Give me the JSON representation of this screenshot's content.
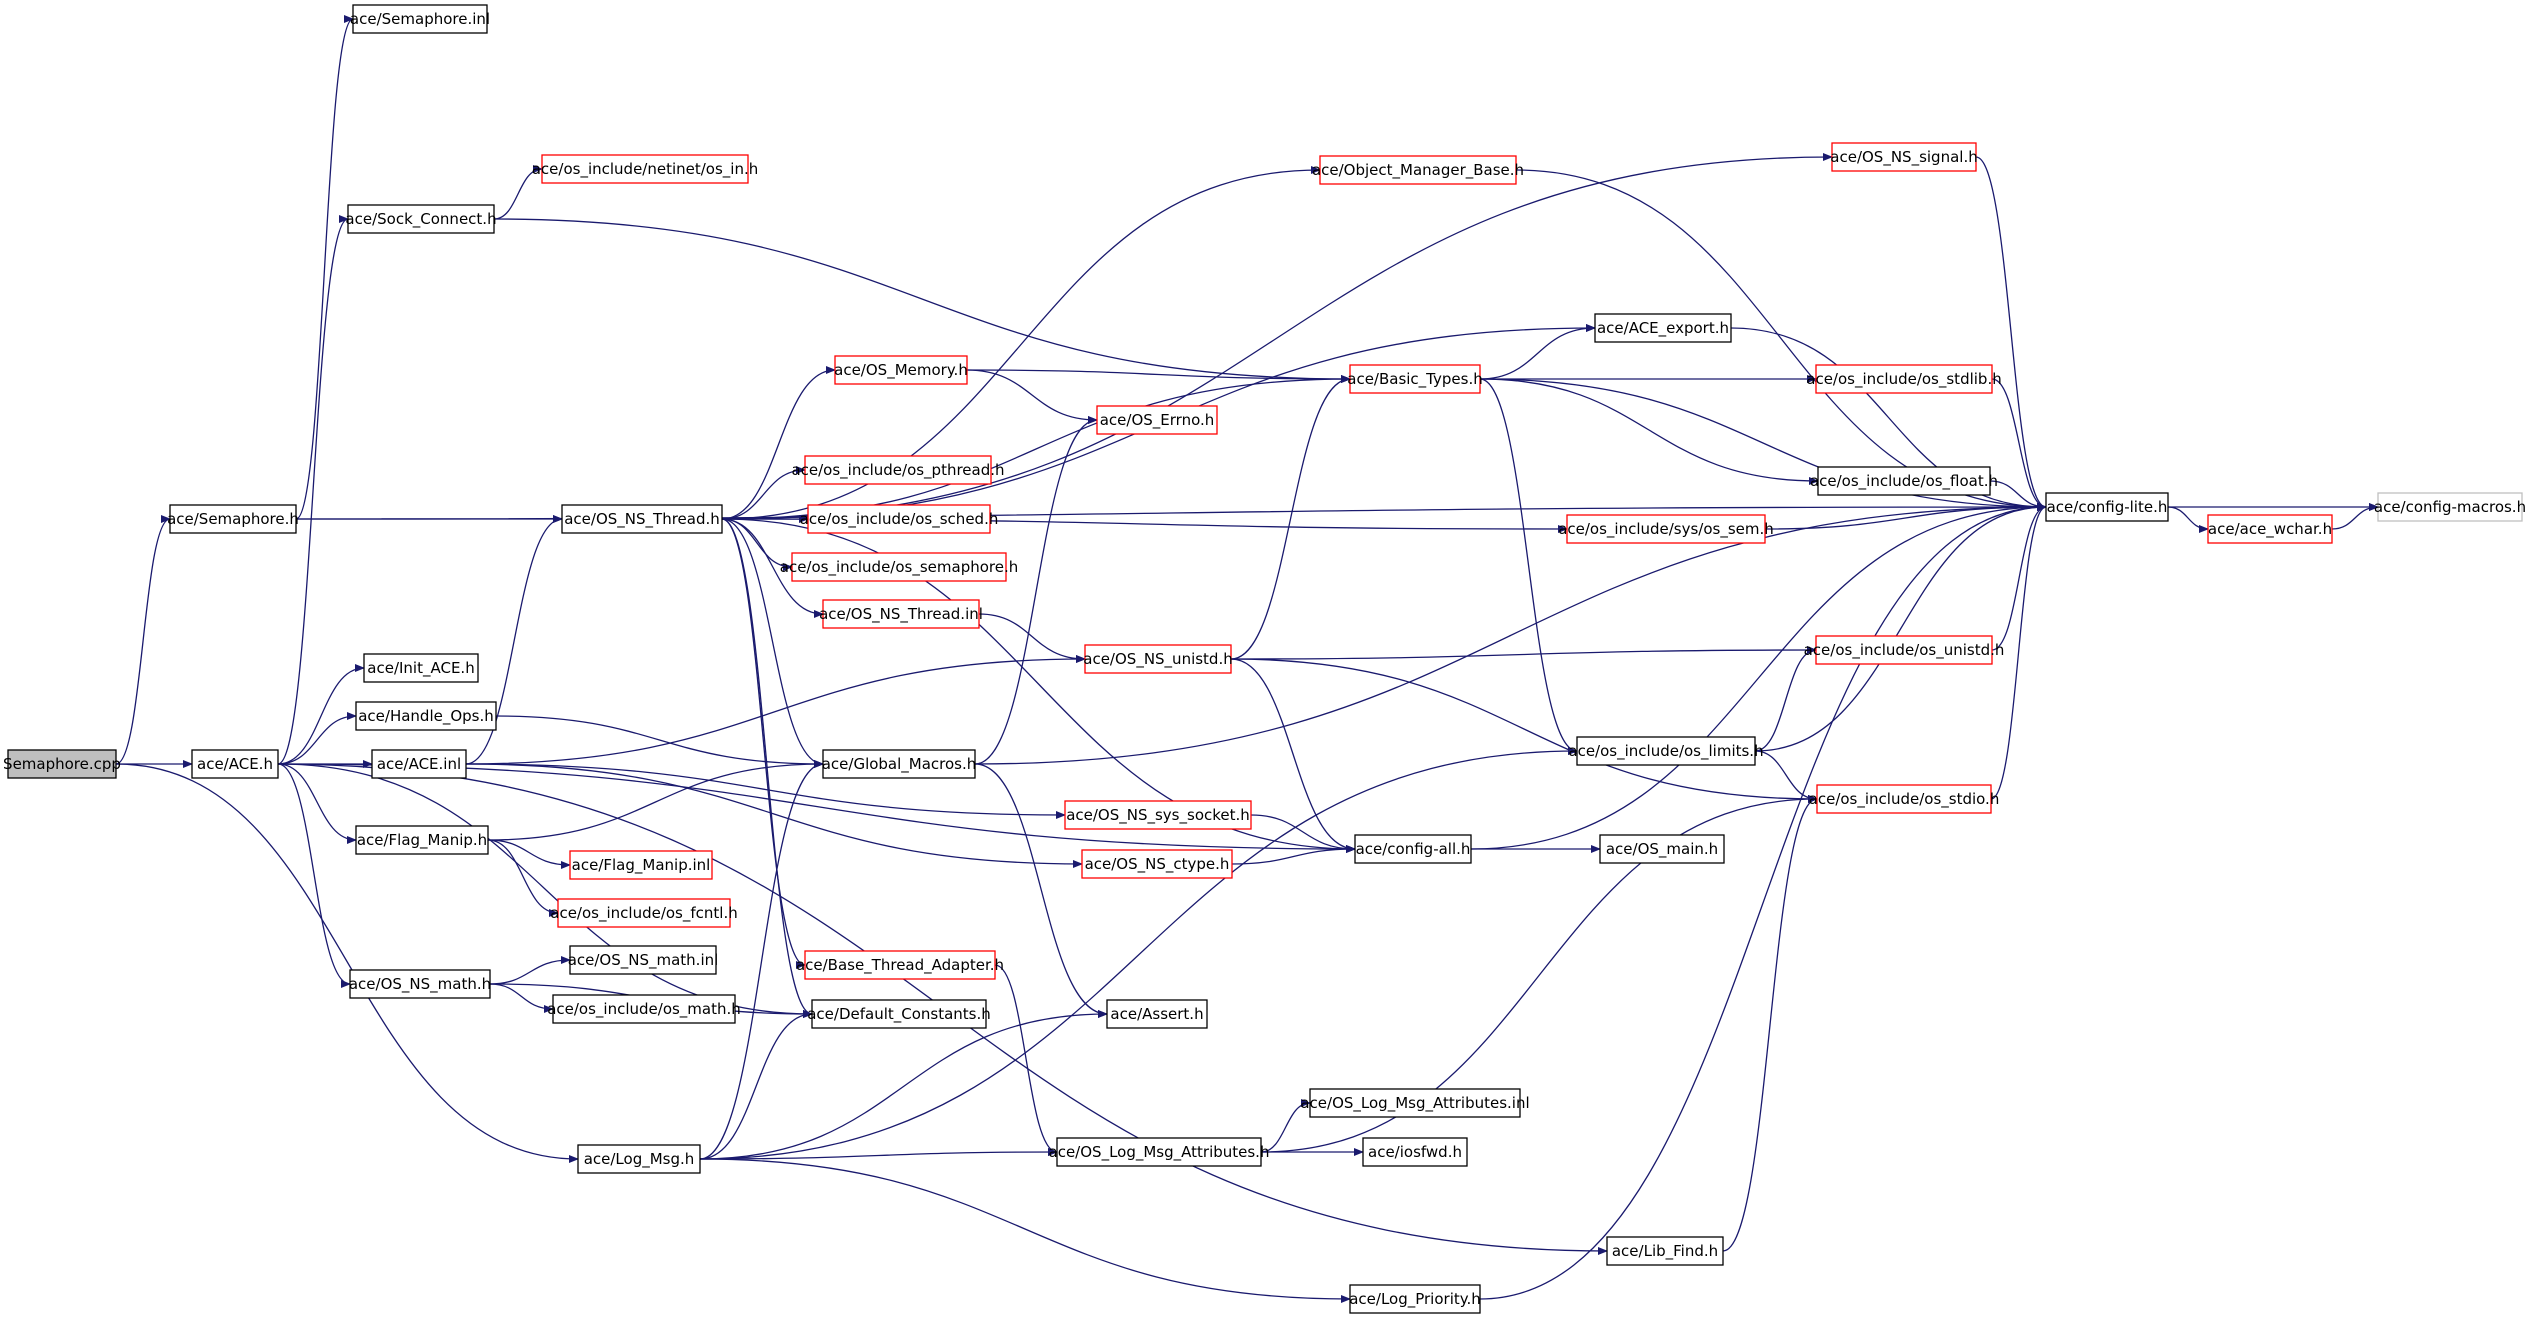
{
  "colors": {
    "edge": "#1a1a6e",
    "border_normal": "#000000",
    "border_truncated": "#ff0000",
    "border_leaf": "#bfbfbf",
    "root_fill": "#bfbfbf",
    "fill": "#ffffff"
  },
  "nodes": [
    {
      "id": "semaphore_cpp",
      "label": "Semaphore.cpp",
      "kind": "root"
    },
    {
      "id": "ace_h",
      "label": "ace/ACE.h",
      "kind": "normal"
    },
    {
      "id": "semaphore_h",
      "label": "ace/Semaphore.h",
      "kind": "normal"
    },
    {
      "id": "semaphore_inl",
      "label": "ace/Semaphore.inl",
      "kind": "normal"
    },
    {
      "id": "sock_connect",
      "label": "ace/Sock_Connect.h",
      "kind": "normal"
    },
    {
      "id": "os_in",
      "label": "ace/os_include/netinet/os_in.h",
      "kind": "truncated"
    },
    {
      "id": "init_ace",
      "label": "ace/Init_ACE.h",
      "kind": "normal"
    },
    {
      "id": "handle_ops",
      "label": "ace/Handle_Ops.h",
      "kind": "normal"
    },
    {
      "id": "ace_inl",
      "label": "ace/ACE.inl",
      "kind": "normal"
    },
    {
      "id": "flag_manip",
      "label": "ace/Flag_Manip.h",
      "kind": "normal"
    },
    {
      "id": "flag_manip_inl",
      "label": "ace/Flag_Manip.inl",
      "kind": "truncated"
    },
    {
      "id": "os_fcntl",
      "label": "ace/os_include/os_fcntl.h",
      "kind": "truncated"
    },
    {
      "id": "os_ns_math",
      "label": "ace/OS_NS_math.h",
      "kind": "normal"
    },
    {
      "id": "os_ns_math_inl",
      "label": "ace/OS_NS_math.inl",
      "kind": "normal"
    },
    {
      "id": "os_math",
      "label": "ace/os_include/os_math.h",
      "kind": "normal"
    },
    {
      "id": "log_msg",
      "label": "ace/Log_Msg.h",
      "kind": "normal"
    },
    {
      "id": "os_ns_thread",
      "label": "ace/OS_NS_Thread.h",
      "kind": "normal"
    },
    {
      "id": "os_memory",
      "label": "ace/OS_Memory.h",
      "kind": "truncated"
    },
    {
      "id": "os_pthread",
      "label": "ace/os_include/os_pthread.h",
      "kind": "truncated"
    },
    {
      "id": "os_sched",
      "label": "ace/os_include/os_sched.h",
      "kind": "truncated"
    },
    {
      "id": "os_semaphore",
      "label": "ace/os_include/os_semaphore.h",
      "kind": "truncated"
    },
    {
      "id": "os_ns_thread_inl",
      "label": "ace/OS_NS_Thread.inl",
      "kind": "truncated"
    },
    {
      "id": "global_macros",
      "label": "ace/Global_Macros.h",
      "kind": "normal"
    },
    {
      "id": "base_thread_adapter",
      "label": "ace/Base_Thread_Adapter.h",
      "kind": "truncated"
    },
    {
      "id": "default_constants",
      "label": "ace/Default_Constants.h",
      "kind": "normal"
    },
    {
      "id": "object_manager_base",
      "label": "ace/Object_Manager_Base.h",
      "kind": "truncated"
    },
    {
      "id": "os_errno",
      "label": "ace/OS_Errno.h",
      "kind": "truncated"
    },
    {
      "id": "os_ns_unistd",
      "label": "ace/OS_NS_unistd.h",
      "kind": "truncated"
    },
    {
      "id": "os_ns_sys_socket",
      "label": "ace/OS_NS_sys_socket.h",
      "kind": "truncated"
    },
    {
      "id": "os_ns_ctype",
      "label": "ace/OS_NS_ctype.h",
      "kind": "truncated"
    },
    {
      "id": "assert_h",
      "label": "ace/Assert.h",
      "kind": "normal"
    },
    {
      "id": "os_log_msg_attr",
      "label": "ace/OS_Log_Msg_Attributes.h",
      "kind": "normal"
    },
    {
      "id": "os_log_msg_attr_inl",
      "label": "ace/OS_Log_Msg_Attributes.inl",
      "kind": "normal"
    },
    {
      "id": "iosfwd",
      "label": "ace/iosfwd.h",
      "kind": "normal"
    },
    {
      "id": "basic_types",
      "label": "ace/Basic_Types.h",
      "kind": "truncated"
    },
    {
      "id": "ace_export",
      "label": "ace/ACE_export.h",
      "kind": "normal"
    },
    {
      "id": "os_sem",
      "label": "ace/os_include/sys/os_sem.h",
      "kind": "truncated"
    },
    {
      "id": "os_limits",
      "label": "ace/os_include/os_limits.h",
      "kind": "normal"
    },
    {
      "id": "config_all",
      "label": "ace/config-all.h",
      "kind": "normal"
    },
    {
      "id": "os_main",
      "label": "ace/OS_main.h",
      "kind": "normal"
    },
    {
      "id": "lib_find",
      "label": "ace/Lib_Find.h",
      "kind": "normal"
    },
    {
      "id": "log_priority",
      "label": "ace/Log_Priority.h",
      "kind": "normal"
    },
    {
      "id": "os_ns_signal",
      "label": "ace/OS_NS_signal.h",
      "kind": "truncated"
    },
    {
      "id": "os_stdlib",
      "label": "ace/os_include/os_stdlib.h",
      "kind": "truncated"
    },
    {
      "id": "os_float",
      "label": "ace/os_include/os_float.h",
      "kind": "normal"
    },
    {
      "id": "os_unistd",
      "label": "ace/os_include/os_unistd.h",
      "kind": "truncated"
    },
    {
      "id": "os_stdio",
      "label": "ace/os_include/os_stdio.h",
      "kind": "truncated"
    },
    {
      "id": "config_lite",
      "label": "ace/config-lite.h",
      "kind": "normal"
    },
    {
      "id": "ace_wchar",
      "label": "ace/ace_wchar.h",
      "kind": "truncated"
    },
    {
      "id": "config_macros",
      "label": "ace/config-macros.h",
      "kind": "leaf"
    }
  ],
  "edges": [
    [
      "semaphore_cpp",
      "ace_h"
    ],
    [
      "semaphore_cpp",
      "semaphore_h"
    ],
    [
      "semaphore_cpp",
      "log_msg"
    ],
    [
      "semaphore_h",
      "semaphore_inl"
    ],
    [
      "semaphore_h",
      "os_ns_thread"
    ],
    [
      "semaphore_h",
      "config_lite"
    ],
    [
      "ace_h",
      "sock_connect"
    ],
    [
      "ace_h",
      "init_ace"
    ],
    [
      "ace_h",
      "handle_ops"
    ],
    [
      "ace_h",
      "ace_inl"
    ],
    [
      "ace_h",
      "flag_manip"
    ],
    [
      "ace_h",
      "os_ns_math"
    ],
    [
      "ace_h",
      "default_constants"
    ],
    [
      "ace_h",
      "config_all"
    ],
    [
      "ace_h",
      "lib_find"
    ],
    [
      "sock_connect",
      "os_in"
    ],
    [
      "sock_connect",
      "basic_types"
    ],
    [
      "handle_ops",
      "global_macros"
    ],
    [
      "ace_inl",
      "os_ns_thread"
    ],
    [
      "ace_inl",
      "os_ns_unistd"
    ],
    [
      "ace_inl",
      "os_ns_sys_socket"
    ],
    [
      "ace_inl",
      "os_ns_ctype"
    ],
    [
      "flag_manip",
      "global_macros"
    ],
    [
      "flag_manip",
      "flag_manip_inl"
    ],
    [
      "flag_manip",
      "os_fcntl"
    ],
    [
      "os_ns_math",
      "os_ns_math_inl"
    ],
    [
      "os_ns_math",
      "os_math"
    ],
    [
      "os_ns_math",
      "default_constants"
    ],
    [
      "log_msg",
      "global_macros"
    ],
    [
      "log_msg",
      "default_constants"
    ],
    [
      "log_msg",
      "assert_h"
    ],
    [
      "log_msg",
      "os_log_msg_attr"
    ],
    [
      "log_msg",
      "os_limits"
    ],
    [
      "log_msg",
      "log_priority"
    ],
    [
      "os_ns_thread",
      "os_memory"
    ],
    [
      "os_ns_thread",
      "os_pthread"
    ],
    [
      "os_ns_thread",
      "os_sched"
    ],
    [
      "os_ns_thread",
      "os_semaphore"
    ],
    [
      "os_ns_thread",
      "os_ns_thread_inl"
    ],
    [
      "os_ns_thread",
      "global_macros"
    ],
    [
      "os_ns_thread",
      "base_thread_adapter"
    ],
    [
      "os_ns_thread",
      "default_constants"
    ],
    [
      "os_ns_thread",
      "object_manager_base"
    ],
    [
      "os_ns_thread",
      "basic_types"
    ],
    [
      "os_ns_thread",
      "ace_export"
    ],
    [
      "os_ns_thread",
      "os_ns_signal"
    ],
    [
      "os_ns_thread",
      "os_sem"
    ],
    [
      "os_ns_thread",
      "config_all"
    ],
    [
      "os_memory",
      "os_errno"
    ],
    [
      "os_memory",
      "basic_types"
    ],
    [
      "os_ns_thread_inl",
      "os_ns_unistd"
    ],
    [
      "global_macros",
      "os_errno"
    ],
    [
      "global_macros",
      "assert_h"
    ],
    [
      "global_macros",
      "config_lite"
    ],
    [
      "base_thread_adapter",
      "os_log_msg_attr"
    ],
    [
      "object_manager_base",
      "config_lite"
    ],
    [
      "os_ns_unistd",
      "basic_types"
    ],
    [
      "os_ns_unistd",
      "os_unistd"
    ],
    [
      "os_ns_unistd",
      "config_all"
    ],
    [
      "os_ns_unistd",
      "os_stdio"
    ],
    [
      "os_ns_sys_socket",
      "config_all"
    ],
    [
      "os_ns_ctype",
      "config_all"
    ],
    [
      "os_log_msg_attr",
      "os_log_msg_attr_inl"
    ],
    [
      "os_log_msg_attr",
      "iosfwd"
    ],
    [
      "os_log_msg_attr",
      "os_stdio"
    ],
    [
      "basic_types",
      "ace_export"
    ],
    [
      "basic_types",
      "os_stdlib"
    ],
    [
      "basic_types",
      "os_float"
    ],
    [
      "basic_types",
      "os_limits"
    ],
    [
      "basic_types",
      "config_lite"
    ],
    [
      "ace_export",
      "config_lite"
    ],
    [
      "os_sem",
      "config_lite"
    ],
    [
      "os_limits",
      "os_unistd"
    ],
    [
      "os_limits",
      "os_stdio"
    ],
    [
      "os_limits",
      "config_lite"
    ],
    [
      "config_all",
      "os_main"
    ],
    [
      "config_all",
      "config_lite"
    ],
    [
      "lib_find",
      "os_stdio"
    ],
    [
      "log_priority",
      "config_lite"
    ],
    [
      "os_ns_signal",
      "config_lite"
    ],
    [
      "os_stdlib",
      "config_lite"
    ],
    [
      "os_float",
      "config_lite"
    ],
    [
      "os_unistd",
      "config_lite"
    ],
    [
      "os_stdio",
      "config_lite"
    ],
    [
      "config_lite",
      "ace_wchar"
    ],
    [
      "config_lite",
      "config_macros"
    ],
    [
      "ace_wchar",
      "config_macros"
    ]
  ]
}
